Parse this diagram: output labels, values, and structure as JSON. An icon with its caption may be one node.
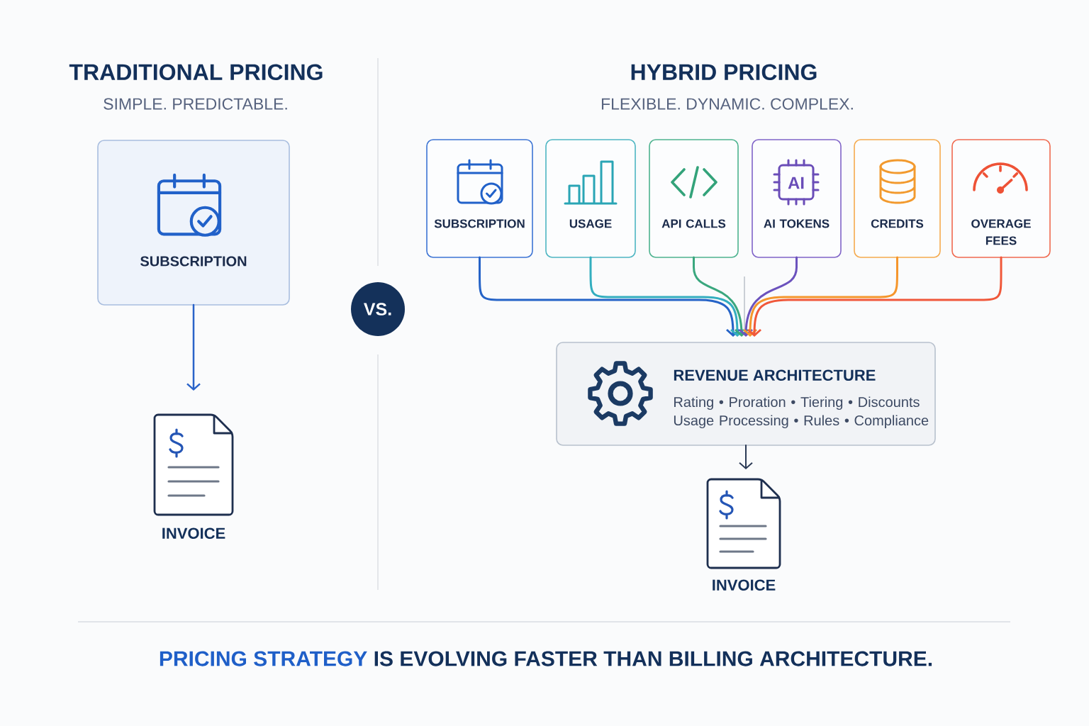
{
  "diagram": {
    "caption": "**PRICING STRATEGY** IS EVOLVING FASTER THAN BILLING ARCHITECTURE.",
    "nodes": [
      {
        "text": [
          "SUBSCRIPTION"
        ]
      },
      {
        "text": [
          "INVOICE"
        ]
      },
      {
        "text": [
          "VS."
        ]
      },
      {
        "text": [
          "SUBSCRIPTION"
        ]
      },
      {
        "text": [
          "USAGE"
        ]
      },
      {
        "text": [
          "API CALLS"
        ]
      },
      {
        "text": [
          "AI",
          "AI TOKENS"
        ]
      },
      {
        "text": [
          "CREDITS"
        ]
      },
      {
        "text": [
          "OVERAGE FEES"
        ]
      },
      {
        "text": [
          "REVENUE ARCHITECTURE",
          "Rating • Proration • Tiering • Discounts Usage Processing • Rules • Compliance"
        ]
      },
      {
        "text": [
          "INVOICE"
        ]
      }
    ],
    "edges": [
      {
        "from": 0,
        "to": 1,
        "arrow": "to",
        "color": "#2a63c9"
      },
      {
        "from": 3,
        "to": 9,
        "arrow": "to",
        "color": "#2563c7"
      },
      {
        "from": 4,
        "to": 9,
        "arrow": "to",
        "color": "#33aebf"
      },
      {
        "from": 5,
        "to": 9,
        "arrow": "to",
        "color": "#3aa77e"
      },
      {
        "from": 6,
        "to": 9,
        "arrow": "to",
        "color": "#6b52bd"
      },
      {
        "from": 7,
        "to": 9,
        "arrow": "to",
        "color": "#f5962c"
      },
      {
        "from": 8,
        "to": 9,
        "arrow": "to",
        "color": "#f0583a"
      },
      {
        "from": 9,
        "to": 10,
        "arrow": "to",
        "color": "#2b3a55"
      }
    ],
    "labels": [
      "TRADITIONAL PRICING",
      "SIMPLE. PREDICTABLE.",
      "HYBRID PRICING",
      "FLEXIBLE. DYNAMIC. COMPLEX."
    ]
  }
}
